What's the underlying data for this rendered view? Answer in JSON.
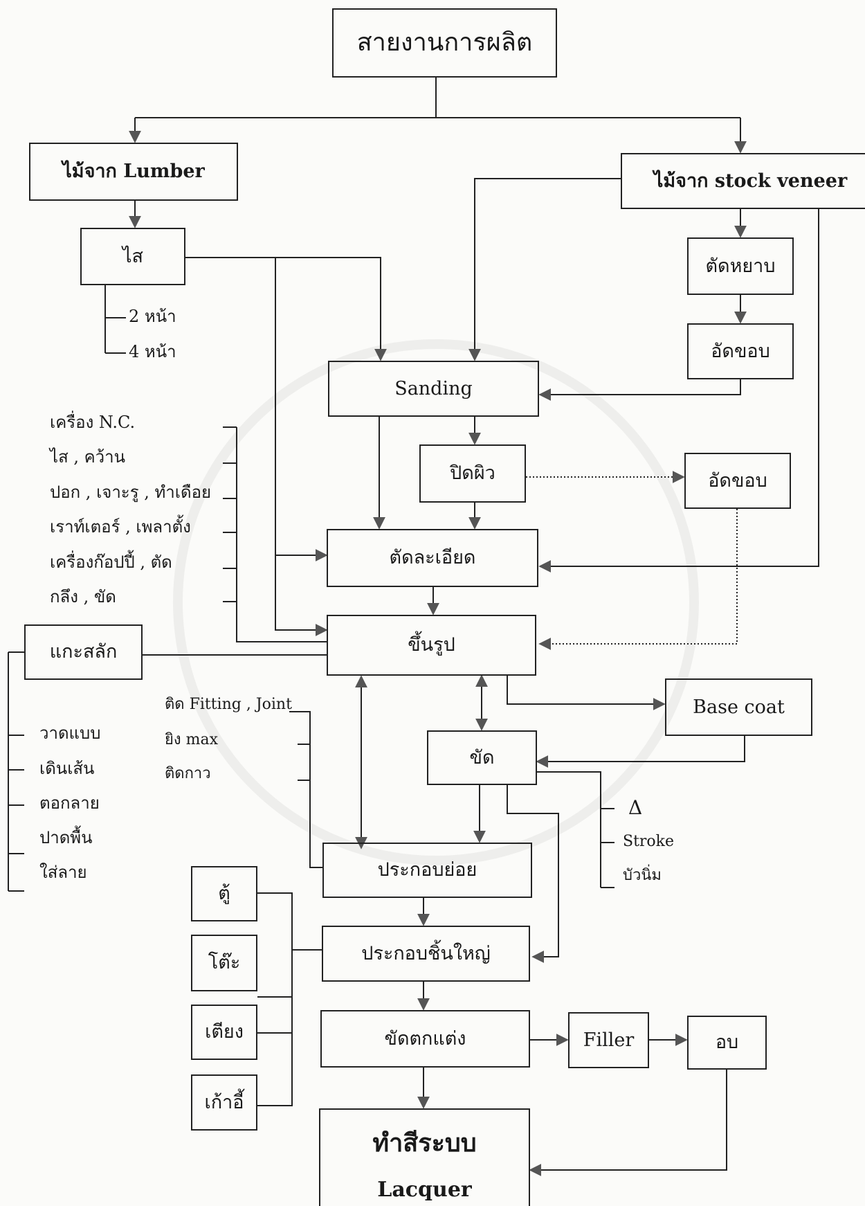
{
  "boxes": {
    "top": "สายงานการผลิต",
    "lumber": "ไม้จาก  Lumber",
    "veneer": "ไม้จาก  stock veneer",
    "plane": "ไส",
    "cut_veneer": "ตัดหยาบ",
    "edge_band_1": "อัดขอบ",
    "sanding": "Sanding",
    "surface": "ปิดผิว",
    "edge_band_2": "อัดขอบ",
    "precision_cut": "ตัดละเอียด",
    "shaping": "ขึ้นรูป",
    "carving": "แกะสลัก",
    "base_coat": "Base  coat",
    "polish": "ขัด",
    "sub_assembly": "ประกอบย่อย",
    "main_assembly": "ประกอบชิ้นใหญ่",
    "finishing": "ขัดตกแต่ง",
    "filler": "Filler",
    "bake": "อบ",
    "lacquer_line1": "ทำสีระบบ",
    "lacquer_line2": "Lacquer"
  },
  "plane_options": [
    "2  หน้า",
    "4  หน้า"
  ],
  "machines": [
    "เครื่อง  N.C.",
    "ไส , คว้าน",
    "ปอก , เจาะรู , ทำเดือย",
    "เราท์เตอร์ , เพลาตั้ง",
    "เครื่องก๊อปปี้ , ตัด",
    "กลึง , ขัด"
  ],
  "carving_steps": [
    "วาดแบบ",
    "เดินเส้น",
    "ตอกลาย",
    "ปาดพื้น",
    "ใส่ลาย"
  ],
  "fitting_steps": [
    "ติด  Fitting , Joint",
    "ยิง  max",
    "ติดกาว"
  ],
  "polish_methods": [
    "Δ",
    "Stroke",
    "บัวนิ่ม"
  ],
  "products": [
    "ตู้",
    "โต๊ะ",
    "เตียง",
    "เก้าอี้"
  ],
  "colors": {
    "line": "#222222",
    "arrow": "#555555",
    "background": "#fbfbf9"
  }
}
